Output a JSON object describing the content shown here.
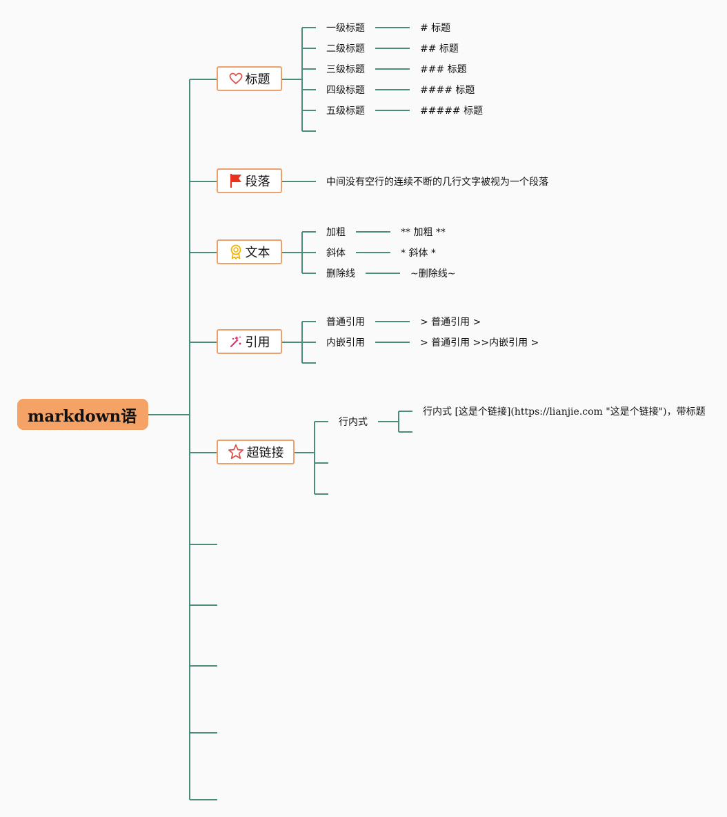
{
  "root": {
    "label": "markdown语"
  },
  "branches": {
    "headings": {
      "label": "标题",
      "icon": "heart-icon",
      "items": [
        {
          "name": "一级标题",
          "syntax": "# 标题"
        },
        {
          "name": "二级标题",
          "syntax": "## 标题"
        },
        {
          "name": "三级标题",
          "syntax": "### 标题"
        },
        {
          "name": "四级标题",
          "syntax": "#### 标题"
        },
        {
          "name": "五级标题",
          "syntax": "##### 标题"
        }
      ]
    },
    "paragraph": {
      "label": "段落",
      "icon": "flag-icon",
      "description": "中间没有空行的连续不断的几行文字被视为一个段落"
    },
    "text": {
      "label": "文本",
      "icon": "medal-icon",
      "items": [
        {
          "name": "加粗",
          "syntax": "** 加粗 **"
        },
        {
          "name": "斜体",
          "syntax": "* 斜体 *"
        },
        {
          "name": "删除线",
          "syntax": "~删除线~"
        }
      ]
    },
    "quote": {
      "label": "引用",
      "icon": "magic-wand-icon",
      "items": [
        {
          "name": "普通引用",
          "syntax": "> 普通引用 >"
        },
        {
          "name": "内嵌引用",
          "syntax": "> 普通引用 >>内嵌引用 >"
        }
      ]
    },
    "link": {
      "label": "超链接",
      "icon": "star-icon",
      "items": [
        {
          "name": "行内式",
          "syntax": "行内式 [这是个链接](https://lianjie.com \"这是个链接\")，带标题"
        }
      ]
    }
  },
  "colors": {
    "connector": "#4a8c7c",
    "root_fill": "#f4a266",
    "node_border": "#eca06c",
    "heart": "#d9534f",
    "flag": "#e8321e",
    "medal": "#f0b400",
    "wand": "#e0306a",
    "star": "#d9534f"
  }
}
